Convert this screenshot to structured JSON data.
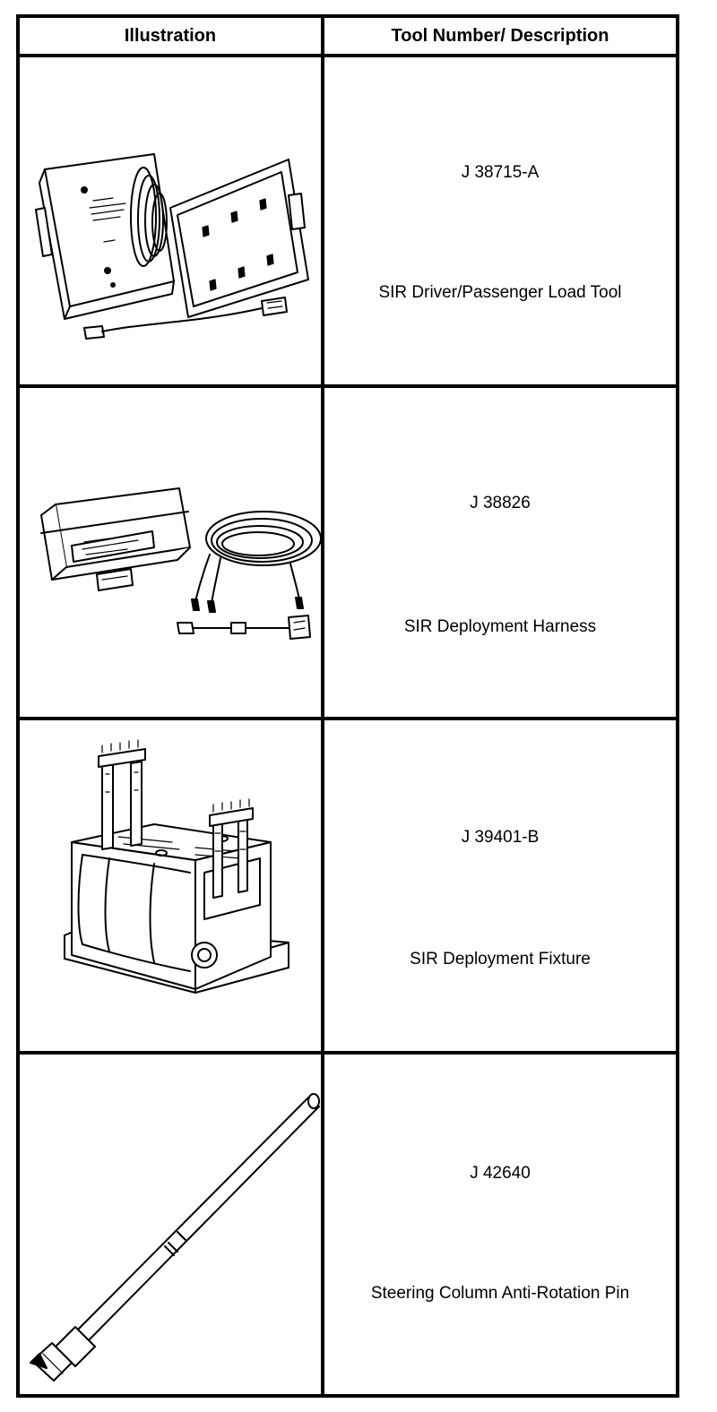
{
  "table": {
    "headers": {
      "illustration": "Illustration",
      "tool": "Tool Number/ Description"
    },
    "rows": [
      {
        "tool_number": "J 38715-A",
        "description": "SIR Driver/Passenger Load Tool",
        "illustration_icon": "load-tool-case-icon"
      },
      {
        "tool_number": "J 38826",
        "description": "SIR Deployment Harness",
        "illustration_icon": "deployment-harness-icon"
      },
      {
        "tool_number": "J 39401-B",
        "description": "SIR Deployment Fixture",
        "illustration_icon": "deployment-fixture-icon"
      },
      {
        "tool_number": "J 42640",
        "description": "Steering Column Anti-Rotation Pin",
        "illustration_icon": "anti-rotation-pin-icon"
      }
    ]
  }
}
